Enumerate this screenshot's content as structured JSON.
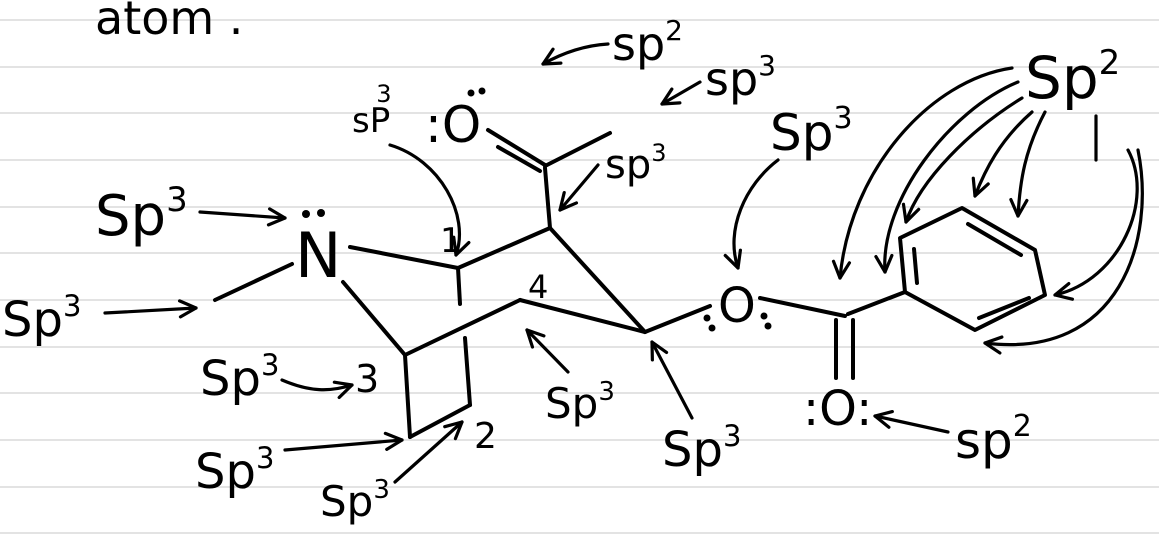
{
  "header": {
    "text": "atom ."
  },
  "atoms": {
    "top_oxygen": ":O",
    "nitrogen": "N",
    "ester_oxygen": "O",
    "bottom_oxygen": ":O:"
  },
  "ring_numbers": [
    "1",
    "2",
    "3",
    "4"
  ],
  "labels": [
    {
      "base": "sp",
      "sup": "2"
    },
    {
      "base": "sp",
      "sup": "3"
    },
    {
      "base": "sP",
      "sup": "3"
    },
    {
      "base": "Sp",
      "sup": "3"
    },
    {
      "base": "Sp",
      "sup": "2"
    },
    {
      "base": "sp",
      "sup": "3"
    },
    {
      "base": "Sp",
      "sup": "3"
    },
    {
      "base": "Sp",
      "sup": "3"
    },
    {
      "base": "Sp",
      "sup": "3"
    },
    {
      "base": "Sp",
      "sup": "3"
    },
    {
      "base": "Sp",
      "sup": "3"
    },
    {
      "base": "sp",
      "sup": "2"
    },
    {
      "base": "Sp",
      "sup": "3"
    },
    {
      "base": "Sp",
      "sup": "3"
    }
  ],
  "colors": {
    "ink": "#000000",
    "paper": "#ffffff",
    "rule": "#d2d2d2"
  }
}
